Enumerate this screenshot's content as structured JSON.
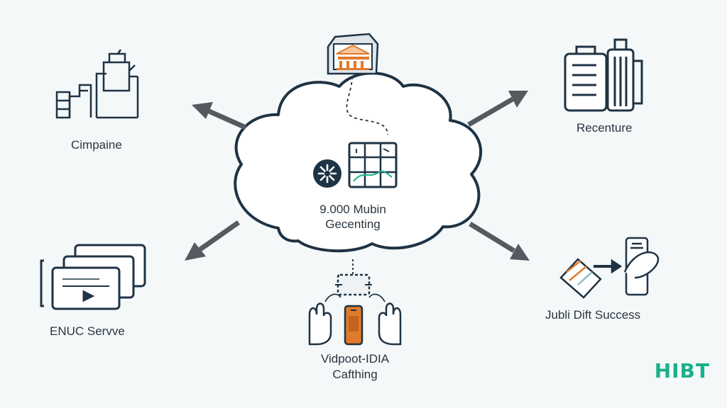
{
  "nodes": {
    "top_left": {
      "label": "Cimpaine"
    },
    "top_right": {
      "label": "Recenture"
    },
    "bottom_left": {
      "label": "ENUC Servve"
    },
    "bottom_right": {
      "label": "Jubli Dift Success"
    },
    "bottom": {
      "line1": "Vidpoot-IDIA",
      "line2": "Cafthing"
    }
  },
  "cloud": {
    "line1": "9.000 Mubin",
    "line2": "Gecenting"
  },
  "brand": {
    "text": "HIBT",
    "color": "#1bb08a"
  },
  "colors": {
    "stroke": "#1f3344",
    "arrow": "#555a60",
    "accent_orange": "#e07a2c",
    "background": "#f4f8f9"
  }
}
